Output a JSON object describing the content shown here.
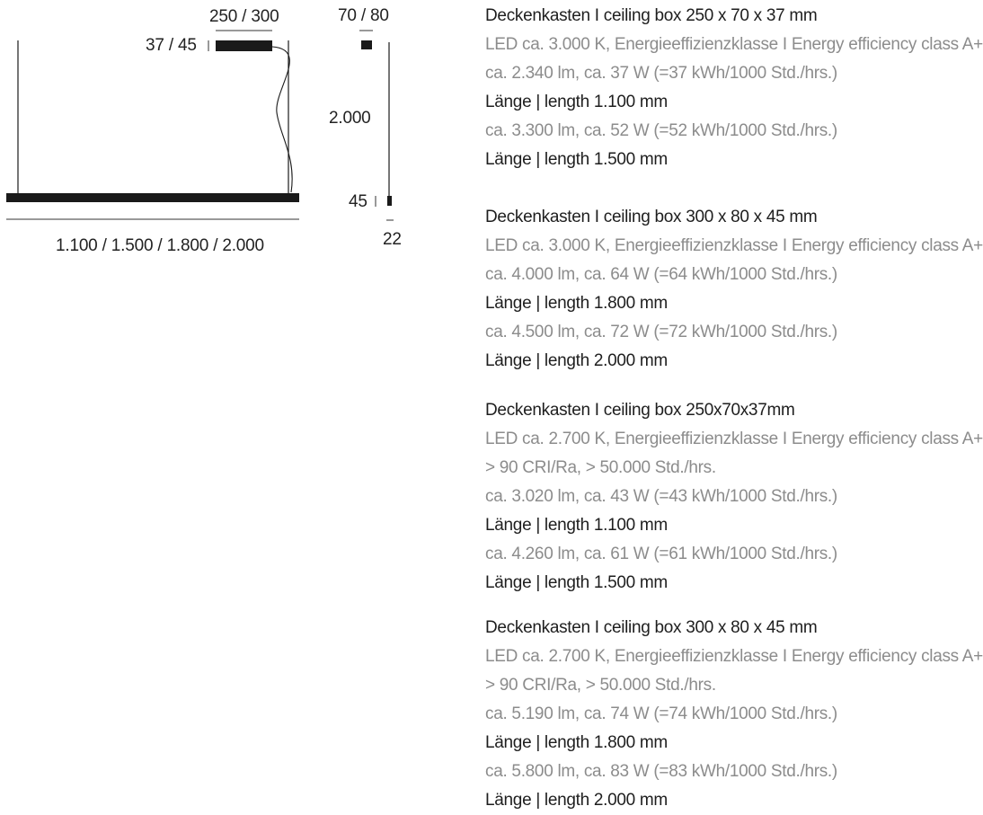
{
  "drawing": {
    "labels": {
      "top_width": "250 / 300",
      "top_height": "37 / 45",
      "side_width": "70 / 80",
      "drop_length": "2.000",
      "bar_height": "45",
      "bar_depth": "22",
      "bar_length": "1.100 / 1.500 / 1.800 / 2.000"
    }
  },
  "specs": [
    {
      "title": "Deckenkasten I ceiling box 250 x 70 x 37 mm",
      "lines": [
        {
          "text": "LED ca. 3.000 K, Energieeffizienzklasse I Energy efficiency class A+",
          "tone": "gray"
        },
        {
          "text": "ca. 2.340 lm, ca. 37 W (=37 kWh/1000 Std./hrs.)",
          "tone": "gray"
        },
        {
          "text": "Länge | length 1.100 mm",
          "tone": "dark"
        },
        {
          "text": "ca. 3.300 lm, ca. 52 W (=52 kWh/1000 Std./hrs.)",
          "tone": "gray"
        },
        {
          "text": "Länge | length 1.500 mm",
          "tone": "dark"
        }
      ]
    },
    {
      "title": "Deckenkasten I ceiling box 300 x 80 x 45 mm",
      "lines": [
        {
          "text": "LED ca. 3.000 K, Energieeffizienzklasse I Energy efficiency class A+",
          "tone": "gray"
        },
        {
          "text": "ca. 4.000 lm, ca. 64 W (=64 kWh/1000 Std./hrs.)",
          "tone": "gray"
        },
        {
          "text": "Länge | length 1.800 mm",
          "tone": "dark"
        },
        {
          "text": "ca. 4.500 lm, ca. 72 W (=72 kWh/1000 Std./hrs.)",
          "tone": "gray"
        },
        {
          "text": "Länge | length 2.000 mm",
          "tone": "dark"
        }
      ]
    },
    {
      "title": "Deckenkasten I ceiling box 250x70x37mm",
      "lines": [
        {
          "text": "LED ca. 2.700 K, Energieeffizienzklasse I Energy efficiency class A+",
          "tone": "gray"
        },
        {
          "text": "> 90 CRI/Ra, > 50.000 Std./hrs.",
          "tone": "gray"
        },
        {
          "text": "ca. 3.020 lm, ca. 43 W (=43 kWh/1000 Std./hrs.)",
          "tone": "gray"
        },
        {
          "text": "Länge | length 1.100 mm",
          "tone": "dark"
        },
        {
          "text": "ca. 4.260 lm, ca. 61 W (=61 kWh/1000 Std./hrs.)",
          "tone": "gray"
        },
        {
          "text": "Länge | length 1.500 mm",
          "tone": "dark"
        }
      ]
    },
    {
      "title": "Deckenkasten I ceiling box 300 x 80 x 45 mm",
      "lines": [
        {
          "text": "LED ca. 2.700 K, Energieeffizienzklasse I Energy efficiency class A+",
          "tone": "gray"
        },
        {
          "text": "> 90 CRI/Ra, > 50.000 Std./hrs.",
          "tone": "gray"
        },
        {
          "text": "ca. 5.190 lm, ca. 74 W (=74 kWh/1000 Std./hrs.)",
          "tone": "gray"
        },
        {
          "text": "Länge | length 1.800 mm",
          "tone": "dark"
        },
        {
          "text": "ca. 5.800 lm, ca. 83 W (=83 kWh/1000 Std./hrs.)",
          "tone": "gray"
        },
        {
          "text": "Länge | length 2.000 mm",
          "tone": "dark"
        }
      ]
    }
  ]
}
